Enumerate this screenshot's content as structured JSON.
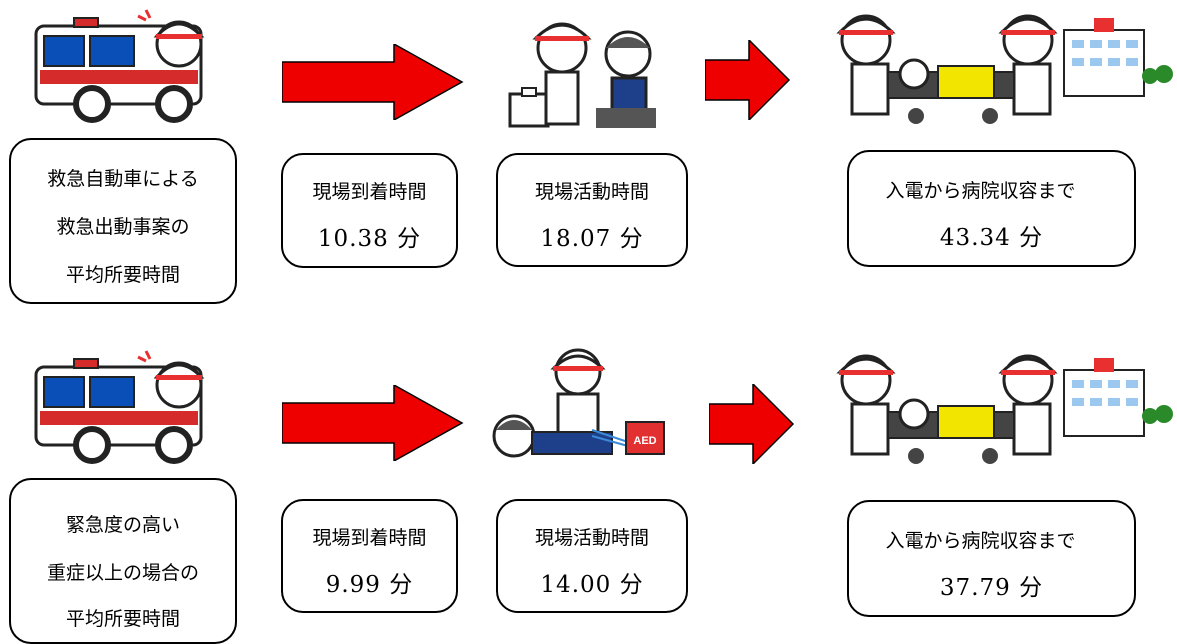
{
  "rows": [
    {
      "title_lines": [
        "救急自動車による",
        "救急出動事案の",
        "平均所要時間"
      ],
      "arrival": {
        "label": "現場到着時間",
        "value": "10.38 分"
      },
      "activity": {
        "label": "現場活動時間",
        "value": "18.07 分"
      },
      "hospital": {
        "label": "入電から病院収容まで",
        "value": "43.34 分"
      }
    },
    {
      "title_lines": [
        "緊急度の高い",
        "重症以上の場合の",
        "平均所要時間"
      ],
      "arrival": {
        "label": "現場到着時間",
        "value": "9.99 分"
      },
      "activity": {
        "label": "現場活動時間",
        "value": "14.00 分"
      },
      "hospital": {
        "label": "入電から病院収容まで",
        "value": "37.79 分"
      }
    }
  ],
  "aed_label": "AED",
  "colors": {
    "arrow": "#ee0000",
    "ambulance_window": "#0a4fb8",
    "stretcher": "#f2e600",
    "helmet_stripe": "#e83030"
  }
}
